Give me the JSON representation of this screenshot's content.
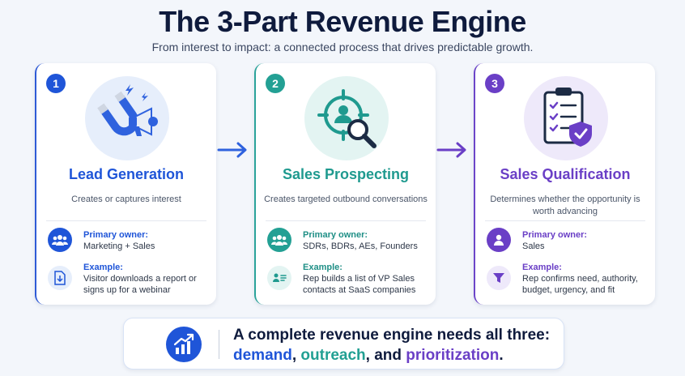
{
  "title": "The 3-Part Revenue Engine",
  "subtitle": "From interest to impact: a connected process that drives predictable growth.",
  "colors": {
    "blue": "#1f55d8",
    "teal": "#23a094",
    "purple": "#6a3fc6",
    "navy": "#0f1b3d"
  },
  "steps": [
    {
      "number": "1",
      "icon": "magnet-megaphone-icon",
      "title": "Lead Generation",
      "description": "Creates or captures interest",
      "owner_icon": "group-icon",
      "owner_label": "Primary owner:",
      "owner_value": "Marketing + Sales",
      "example_icon": "download-document-icon",
      "example_label": "Example:",
      "example_value": "Visitor downloads a report or signs up for a webinar"
    },
    {
      "number": "2",
      "icon": "target-search-icon",
      "title": "Sales Prospecting",
      "description": "Creates targeted outbound conversations",
      "owner_icon": "group-icon",
      "owner_label": "Primary owner:",
      "owner_value": "SDRs, BDRs, AEs, Founders",
      "example_icon": "contact-list-icon",
      "example_label": "Example:",
      "example_value": "Rep builds a list of VP Sales contacts at SaaS companies"
    },
    {
      "number": "3",
      "icon": "checklist-shield-icon",
      "title": "Sales Qualification",
      "description": "Determines whether the opportunity is worth advancing",
      "owner_icon": "person-icon",
      "owner_label": "Primary owner:",
      "owner_value": "Sales",
      "example_icon": "funnel-icon",
      "example_label": "Example:",
      "example_value": "Rep confirms need, authority, budget, urgency, and fit"
    }
  ],
  "banner": {
    "icon": "growth-chart-icon",
    "line1": "A complete revenue engine needs all three:",
    "word1": "demand",
    "sep1": ", ",
    "word2": "outreach",
    "sep2": ", and ",
    "word3": "prioritization",
    "end": "."
  }
}
